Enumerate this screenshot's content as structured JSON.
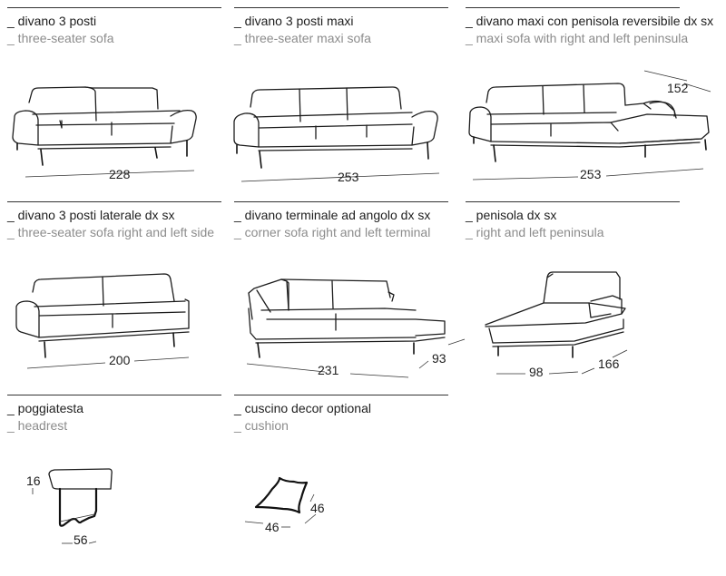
{
  "items": [
    {
      "title": "_ divano 3 posti",
      "subtitle": "_ three-seater sofa",
      "dims": [
        "228"
      ]
    },
    {
      "title": "_ divano 3 posti maxi",
      "subtitle": "_ three-seater maxi sofa",
      "dims": [
        "253"
      ]
    },
    {
      "title": "_ divano maxi con penisola reversibile dx sx",
      "subtitle": "_ maxi sofa with right and left peninsula",
      "dims": [
        "152",
        "253"
      ]
    },
    {
      "title": "_ divano 3 posti laterale dx sx",
      "subtitle": "_ three-seater sofa right and left side",
      "dims": [
        "200"
      ]
    },
    {
      "title": "_ divano terminale ad angolo dx sx",
      "subtitle": "_ corner sofa right and left terminal",
      "dims": [
        "231",
        "93"
      ]
    },
    {
      "title": "_ penisola dx sx",
      "subtitle": "_ right and left peninsula",
      "dims": [
        "98",
        "166"
      ]
    },
    {
      "title": "_ poggiatesta",
      "subtitle": "_ headrest",
      "dims": [
        "16",
        "56"
      ]
    },
    {
      "title": "_ cuscino decor optional",
      "subtitle": "_ cushion",
      "dims": [
        "46",
        "46"
      ]
    }
  ]
}
